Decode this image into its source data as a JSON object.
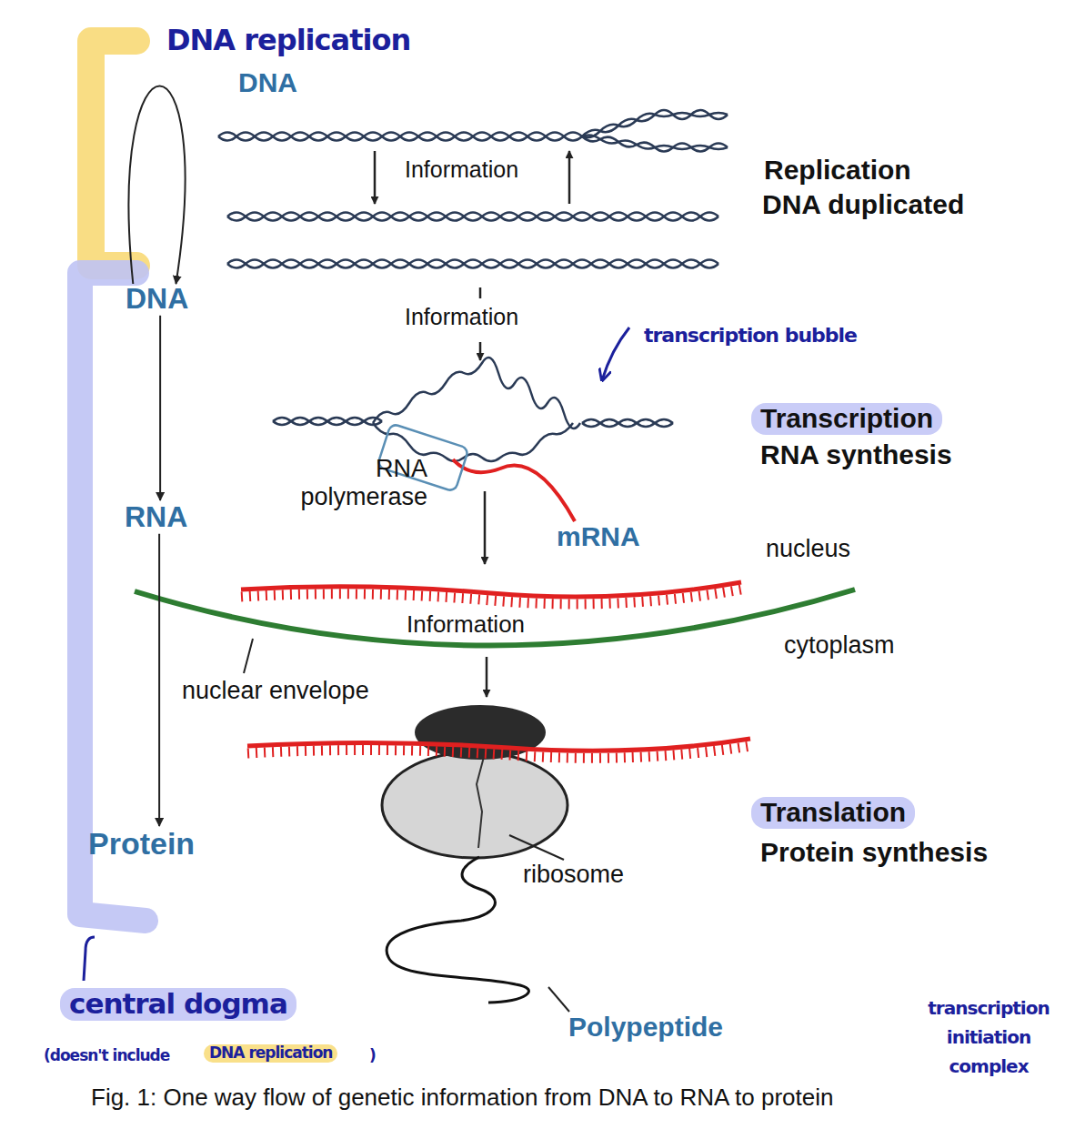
{
  "diagram": {
    "caption": "Fig. 1: One way flow of genetic information from DNA to RNA to protein",
    "nodes": [
      {
        "text": [
          "DNA"
        ]
      },
      {
        "text": [
          "RNA"
        ]
      },
      {
        "text": [
          "Protein"
        ]
      }
    ],
    "edges": [
      {
        "from": 0,
        "to": 0,
        "arrow": "to"
      },
      {
        "from": 0,
        "to": 1,
        "arrow": "to"
      },
      {
        "from": 1,
        "to": 2,
        "arrow": "to"
      }
    ],
    "labels": [
      "DNA replication",
      "DNA",
      "Information",
      "Replication",
      "DNA duplicated",
      "Information",
      "transcription bubble",
      "Transcription",
      "RNA synthesis",
      "RNA polymerase",
      "mRNA",
      "nucleus",
      "Information",
      "cytoplasm",
      "nuclear envelope",
      "Translation",
      "Protein synthesis",
      "ribosome",
      "Polypeptide",
      "central dogma",
      "(doesn't include",
      "DNA replication",
      ")",
      "transcription initiation complex"
    ]
  }
}
